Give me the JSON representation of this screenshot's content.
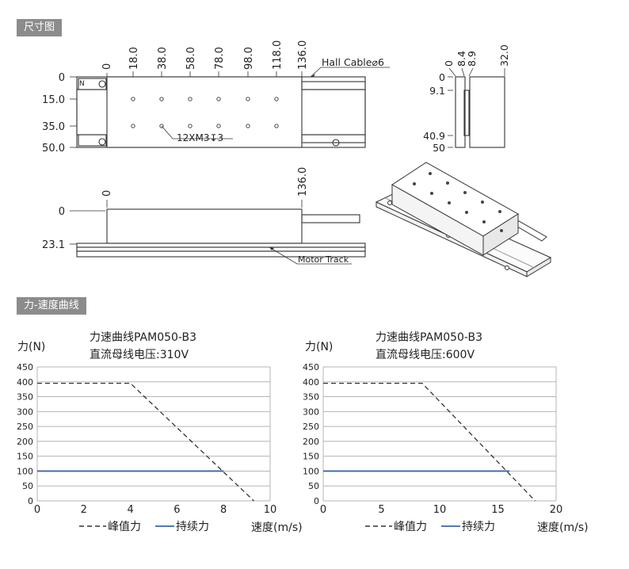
{
  "sections": {
    "dimensions": "尺寸图",
    "force_speed": "力-速度曲线"
  },
  "top_view": {
    "x_labels": [
      "0",
      "18.0",
      "38.0",
      "58.0",
      "78.0",
      "98.0",
      "118.0",
      "136.0"
    ],
    "y_labels": [
      "0",
      "15.0",
      "35.0",
      "50.0"
    ],
    "cable_label": "Hall Cable⌀6",
    "hole_label": "12XM3↧3",
    "north_mark": "N"
  },
  "side_view": {
    "x_labels": [
      "0",
      "8.4",
      "8.9",
      "32.0"
    ],
    "y_labels": [
      "0",
      "9.1",
      "40.9",
      "50"
    ]
  },
  "front_view": {
    "x_labels": [
      "0",
      "136.0"
    ],
    "y_labels": [
      "0",
      "23.1"
    ],
    "track_label": "Motor Track"
  },
  "colors": {
    "continuous": "#3a64a8",
    "peak": "#333333",
    "grid": "#b5b5b5"
  },
  "chart_data": [
    {
      "type": "line",
      "title": "力速曲线PAM050-B3",
      "subtitle": "直流母线电压:310V",
      "ylabel": "力(N)",
      "xlabel": "速度(m/s)",
      "xlim": [
        0,
        10
      ],
      "ylim": [
        0,
        450
      ],
      "xticks": [
        "0",
        "2",
        "4",
        "6",
        "8",
        "10"
      ],
      "yticks": [
        "0",
        "50",
        "100",
        "150",
        "200",
        "250",
        "300",
        "350",
        "400",
        "450"
      ],
      "grid": true,
      "series": [
        {
          "name": "峰值力",
          "style": "dashed",
          "x": [
            0,
            4,
            9.3
          ],
          "y": [
            395,
            395,
            0
          ]
        },
        {
          "name": "持续力",
          "style": "solid",
          "x": [
            0,
            8
          ],
          "y": [
            100,
            100
          ]
        }
      ]
    },
    {
      "type": "line",
      "title": "力速曲线PAM050-B3",
      "subtitle": "直流母线电压:600V",
      "ylabel": "力(N)",
      "xlabel": "速度(m/s)",
      "xlim": [
        0,
        20
      ],
      "ylim": [
        0,
        450
      ],
      "xticks": [
        "0",
        "5",
        "10",
        "15",
        "20"
      ],
      "yticks": [
        "0",
        "50",
        "100",
        "150",
        "200",
        "250",
        "300",
        "350",
        "400",
        "450"
      ],
      "grid": true,
      "series": [
        {
          "name": "峰值力",
          "style": "dashed",
          "x": [
            0,
            8.5,
            18.2
          ],
          "y": [
            395,
            395,
            0
          ]
        },
        {
          "name": "持续力",
          "style": "solid",
          "x": [
            0,
            16
          ],
          "y": [
            100,
            100
          ]
        }
      ]
    }
  ]
}
